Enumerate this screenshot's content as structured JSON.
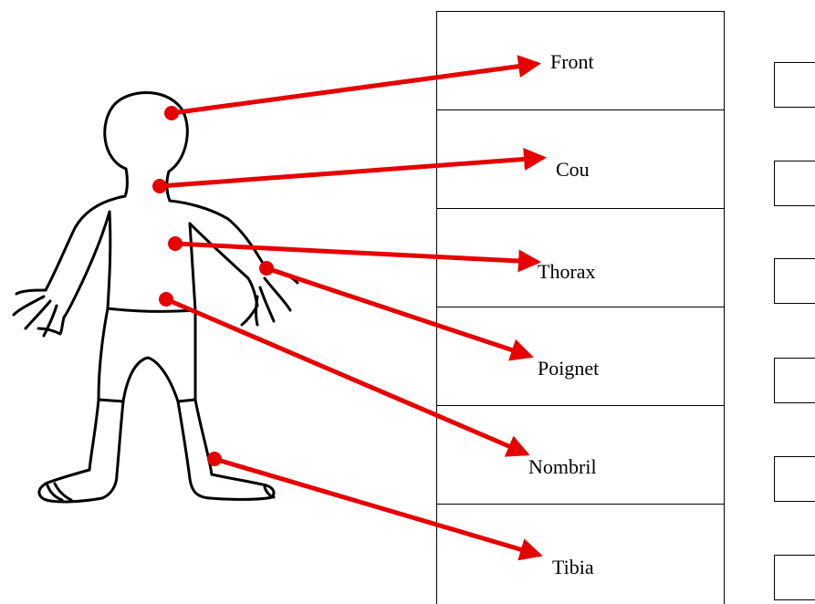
{
  "diagram": {
    "labels": [
      "Front",
      "Cou",
      "Thorax",
      "Poignet",
      "Nombril",
      "Tibia"
    ],
    "arrow_color": "#e60000",
    "line_color": "#000000"
  }
}
